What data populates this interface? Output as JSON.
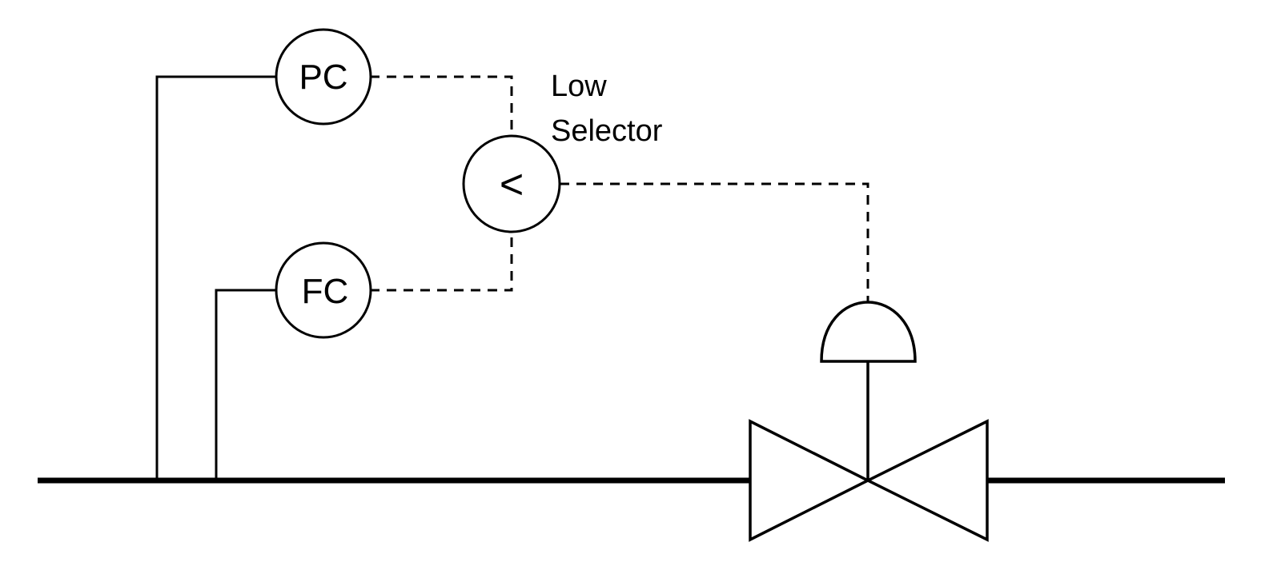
{
  "instruments": {
    "pressure_controller": {
      "tag": "PC"
    },
    "flow_controller": {
      "tag": "FC"
    },
    "selector": {
      "symbol": "<",
      "label_line1": "Low",
      "label_line2": "Selector"
    }
  }
}
